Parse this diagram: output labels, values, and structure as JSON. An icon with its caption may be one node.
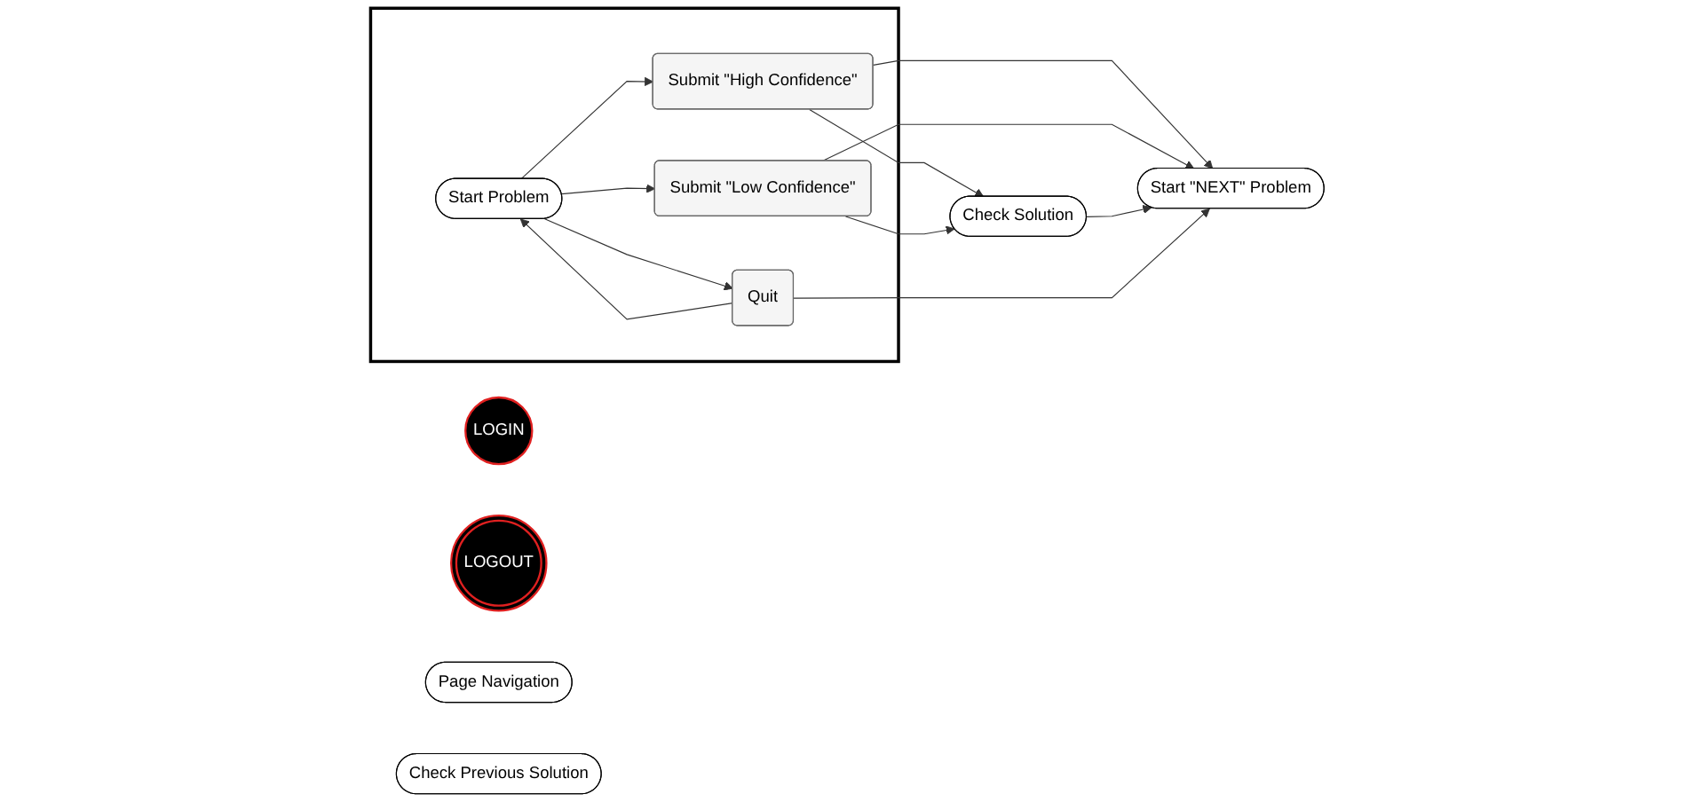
{
  "diagram": {
    "nodes": [
      {
        "text": [
          "LOGIN"
        ]
      },
      {
        "text": [
          "LOGOUT"
        ]
      },
      {
        "text": [
          "Page Navigation"
        ]
      },
      {
        "text": [
          "Check Previous Solution"
        ]
      },
      {
        "text": [],
        "shape": "box"
      },
      {
        "text": [
          "Start Problem"
        ],
        "in": 4
      },
      {
        "text": [
          "Submit \"High Confidence\""
        ],
        "in": 4
      },
      {
        "text": [
          "Submit \"Low Confidence\""
        ],
        "in": 4
      },
      {
        "text": [
          "Quit"
        ],
        "in": 4
      },
      {
        "text": [
          "Check Solution"
        ]
      },
      {
        "text": [
          "Start \"NEXT\" Problem"
        ]
      }
    ],
    "edges": [
      {
        "from": 5,
        "to": 6,
        "arrow": "to"
      },
      {
        "from": 5,
        "to": 7,
        "arrow": "to"
      },
      {
        "from": 5,
        "to": 8,
        "arrow": "to"
      },
      {
        "from": 6,
        "to": 9,
        "arrow": "to"
      },
      {
        "from": 7,
        "to": 9,
        "arrow": "to"
      },
      {
        "from": 6,
        "to": 10,
        "arrow": "to"
      },
      {
        "from": 7,
        "to": 10,
        "arrow": "to"
      },
      {
        "from": 9,
        "to": 10,
        "arrow": "to"
      },
      {
        "from": 8,
        "to": 10,
        "arrow": "to"
      },
      {
        "from": 8,
        "to": 5,
        "arrow": "to"
      }
    ]
  }
}
